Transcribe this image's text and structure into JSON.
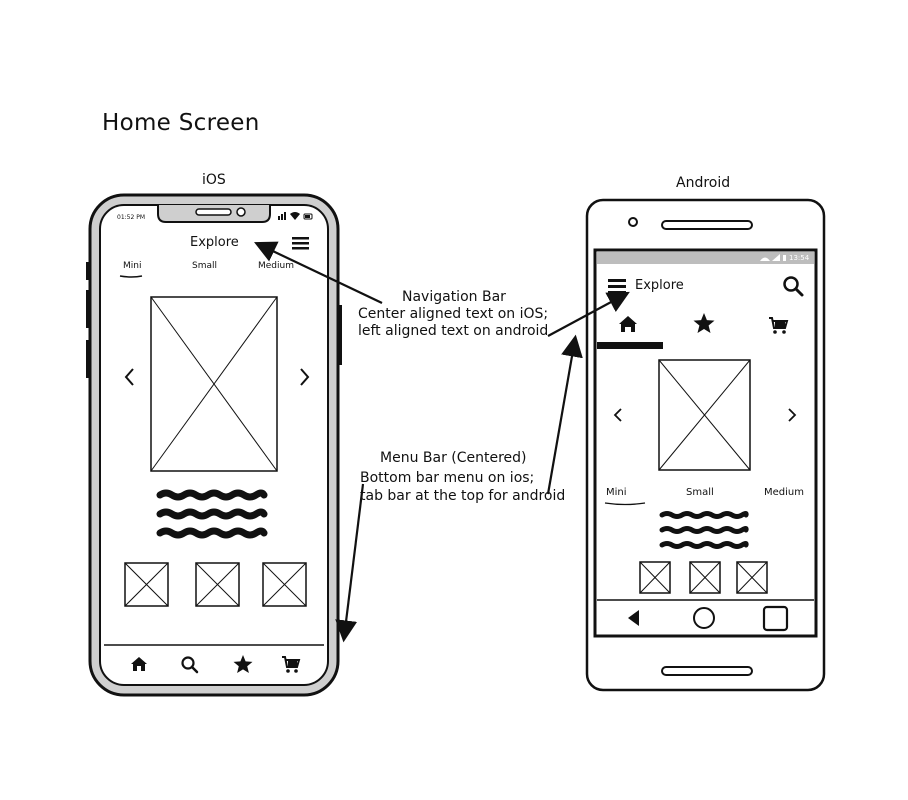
{
  "page": {
    "title": "Home Screen"
  },
  "ios": {
    "label": "iOS",
    "status_time": "01:52 PM",
    "nav_title": "Explore",
    "tabs": [
      "Mini",
      "Small",
      "Medium"
    ],
    "bottom_icons": [
      "home-icon",
      "search-icon",
      "star-icon",
      "cart-icon"
    ]
  },
  "android": {
    "label": "Android",
    "status_time": "13:54",
    "nav_title": "Explore",
    "top_icons": [
      "home-icon",
      "star-icon",
      "cart-icon"
    ],
    "tabs": [
      "Mini",
      "Small",
      "Medium"
    ],
    "nav_buttons": [
      "back-icon",
      "home-circle-icon",
      "recents-icon"
    ]
  },
  "annotations": {
    "nav_bar": {
      "title": "Navigation Bar",
      "line1": "Center aligned text on iOS;",
      "line2": "left aligned text on android"
    },
    "menu_bar": {
      "title": "Menu Bar (Centered)",
      "line1": "Bottom bar menu on ios;",
      "line2": "tab bar at the top for android"
    }
  },
  "colors": {
    "ink": "#111111",
    "bezel": "#cfcfcf",
    "status_bar": "#bdbdbd"
  }
}
